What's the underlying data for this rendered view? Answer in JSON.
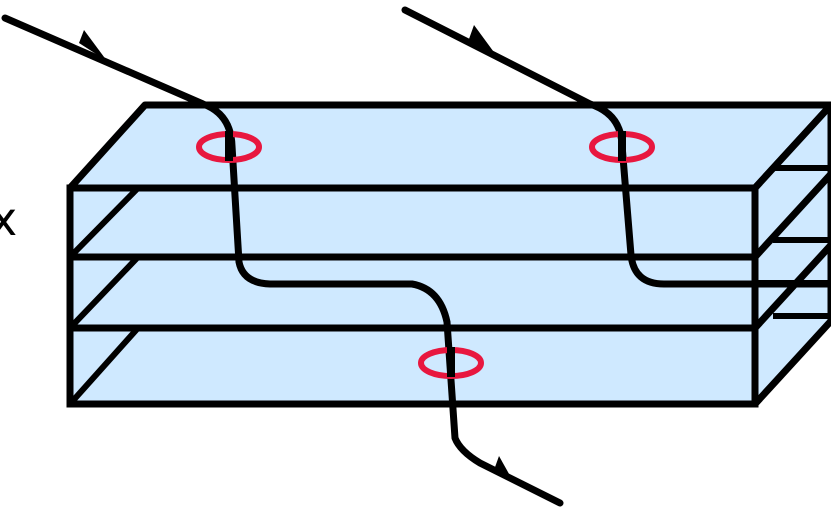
{
  "diagram": {
    "side_label": "x",
    "colors": {
      "slab_fill": "#cfe9ff",
      "outline": "#000000",
      "path": "#000000",
      "ring": "#e8173f"
    },
    "layers": {
      "count": 3
    },
    "paths": [
      {
        "name": "left-entry-path",
        "direction": "in"
      },
      {
        "name": "right-entry-path",
        "direction": "in"
      },
      {
        "name": "exit-path",
        "direction": "out"
      }
    ],
    "rings": [
      {
        "name": "left-top-ring"
      },
      {
        "name": "right-top-ring"
      },
      {
        "name": "bottom-ring"
      }
    ]
  }
}
